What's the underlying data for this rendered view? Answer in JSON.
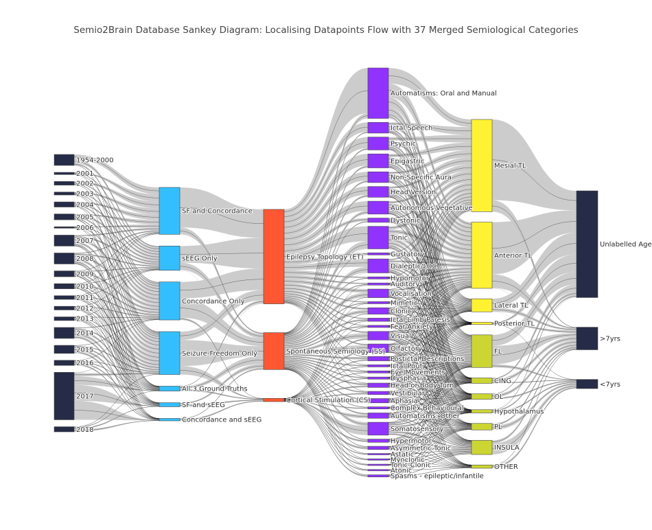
{
  "title": "Semio2Brain Database Sankey Diagram: Localising Datapoints Flow with 37 Merged Semiological Categories",
  "colors": {
    "year": "#262c47",
    "ground_truth": "#33bfff",
    "topology": "#ff5733",
    "semiology": "#9033ff",
    "region_major": "#fff233",
    "region_minor": "#ccd633",
    "age": "#262c47",
    "link": "#c8c8c8",
    "link_line": "#000000"
  },
  "chart_data": {
    "type": "sankey",
    "title": "Semio2Brain Database Sankey Diagram: Localising Datapoints Flow with 37 Merged Semiological Categories",
    "columns": [
      {
        "id": "year",
        "nodes": [
          {
            "label": "1954-2000",
            "value": 15
          },
          {
            "label": "2001",
            "value": 3
          },
          {
            "label": "2002",
            "value": 5
          },
          {
            "label": "2003",
            "value": 4
          },
          {
            "label": "2004",
            "value": 7
          },
          {
            "label": "2005",
            "value": 8
          },
          {
            "label": "2006",
            "value": 2
          },
          {
            "label": "2007",
            "value": 15
          },
          {
            "label": "2008",
            "value": 15
          },
          {
            "label": "2009",
            "value": 8
          },
          {
            "label": "2010",
            "value": 7
          },
          {
            "label": "2011",
            "value": 5
          },
          {
            "label": "2012",
            "value": 5
          },
          {
            "label": "2013",
            "value": 5
          },
          {
            "label": "2014",
            "value": 15
          },
          {
            "label": "2015",
            "value": 11
          },
          {
            "label": "2016",
            "value": 7
          },
          {
            "label": "2017",
            "value": 65
          },
          {
            "label": "2018",
            "value": 7
          }
        ]
      },
      {
        "id": "ground_truth",
        "nodes": [
          {
            "label": "SF and Concordance",
            "value": 58
          },
          {
            "label": "sEEG Only",
            "value": 30
          },
          {
            "label": "Concordance Only",
            "value": 47
          },
          {
            "label": "Seizure-Freedom Only",
            "value": 53
          },
          {
            "label": "All 3 Ground Truths",
            "value": 6
          },
          {
            "label": "SF and sEEG",
            "value": 5
          },
          {
            "label": "Concordance and sEEG",
            "value": 3
          }
        ]
      },
      {
        "id": "topology",
        "nodes": [
          {
            "label": "Epilepsy Topology (ET)",
            "value": 146
          },
          {
            "label": "Spontaneous Semiology (SS)",
            "value": 57
          },
          {
            "label": "Cortical Stimulation (CS)",
            "value": 5
          }
        ]
      },
      {
        "id": "semiology",
        "nodes": [
          {
            "label": "Automatisms: Oral and Manual",
            "value": 47
          },
          {
            "label": "Ictal Speech",
            "value": 10
          },
          {
            "label": "Psychic",
            "value": 12
          },
          {
            "label": "Epigastric",
            "value": 13
          },
          {
            "label": "Non-Specific Aura",
            "value": 10
          },
          {
            "label": "Head Version",
            "value": 10
          },
          {
            "label": "Autonomous-Vegetative",
            "value": 12
          },
          {
            "label": "Dystonic",
            "value": 4
          },
          {
            "label": "Tonic",
            "value": 21
          },
          {
            "label": "Gustatory",
            "value": 2
          },
          {
            "label": "Dialeptic/LOC",
            "value": 13
          },
          {
            "label": "Hypomotor",
            "value": 2
          },
          {
            "label": "Auditory",
            "value": 2
          },
          {
            "label": "Vocalisation",
            "value": 8
          },
          {
            "label": "Mimetic",
            "value": 2
          },
          {
            "label": "Clonic",
            "value": 6
          },
          {
            "label": "Ictal Limb Paresis",
            "value": 3
          },
          {
            "label": "Fear-Anxiety",
            "value": 2
          },
          {
            "label": "Visual",
            "value": 8
          },
          {
            "label": "Olfactory",
            "value": 8
          },
          {
            "label": "Postictal Descriptions",
            "value": 4
          },
          {
            "label": "Ictal Pout",
            "value": 2
          },
          {
            "label": "Eye Movements",
            "value": 2
          },
          {
            "label": "Dysphasia",
            "value": 2
          },
          {
            "label": "Head or Body Turn",
            "value": 4
          },
          {
            "label": "Vestibular",
            "value": 3
          },
          {
            "label": "Aphasia",
            "value": 4
          },
          {
            "label": "Complex Behavioural",
            "value": 2
          },
          {
            "label": "Automatisms: Other",
            "value": 5
          },
          {
            "label": "Somatosensory",
            "value": 12
          },
          {
            "label": "Hypermotor",
            "value": 3
          },
          {
            "label": "Asymmetric Tonic",
            "value": 3
          },
          {
            "label": "Astatic",
            "value": 1
          },
          {
            "label": "Myoclonic",
            "value": 1
          },
          {
            "label": "Tonic-Clonic",
            "value": 1
          },
          {
            "label": "Atonic",
            "value": 1
          },
          {
            "label": "Spasms - epileptic/infantile",
            "value": 2
          }
        ]
      },
      {
        "id": "region",
        "nodes": [
          {
            "label": "Mesial TL",
            "value": 85,
            "color": "region_major"
          },
          {
            "label": "Anterior TL",
            "value": 61,
            "color": "region_major"
          },
          {
            "label": "Lateral TL",
            "value": 12,
            "color": "region_major"
          },
          {
            "label": "Posterior TL",
            "value": 2,
            "color": "region_major"
          },
          {
            "label": "FL",
            "value": 30,
            "color": "region_minor"
          },
          {
            "label": "CING",
            "value": 5,
            "color": "region_minor"
          },
          {
            "label": "OL",
            "value": 5,
            "color": "region_minor"
          },
          {
            "label": "Hypothalamus",
            "value": 3,
            "color": "region_minor"
          },
          {
            "label": "PL",
            "value": 6,
            "color": "region_minor"
          },
          {
            "label": "INSULA",
            "value": 13,
            "color": "region_minor"
          },
          {
            "label": "OTHER",
            "value": 3,
            "color": "region_minor"
          }
        ]
      },
      {
        "id": "age",
        "nodes": [
          {
            "label": "Unlabelled Age",
            "value": 175
          },
          {
            "label": ">7yrs",
            "value": 37
          },
          {
            "label": "<7yrs",
            "value": 15
          }
        ]
      }
    ]
  }
}
